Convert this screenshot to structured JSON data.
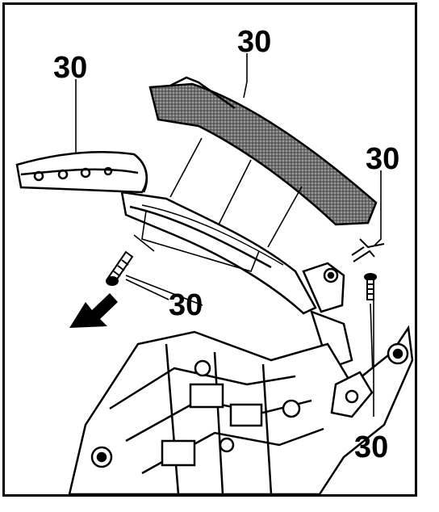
{
  "diagram": {
    "callouts": [
      "30",
      "30",
      "30",
      "30",
      "30"
    ]
  },
  "colors": {
    "ink": "#000000",
    "paper": "#ffffff",
    "gasket_fill": "#8a8a8a"
  }
}
